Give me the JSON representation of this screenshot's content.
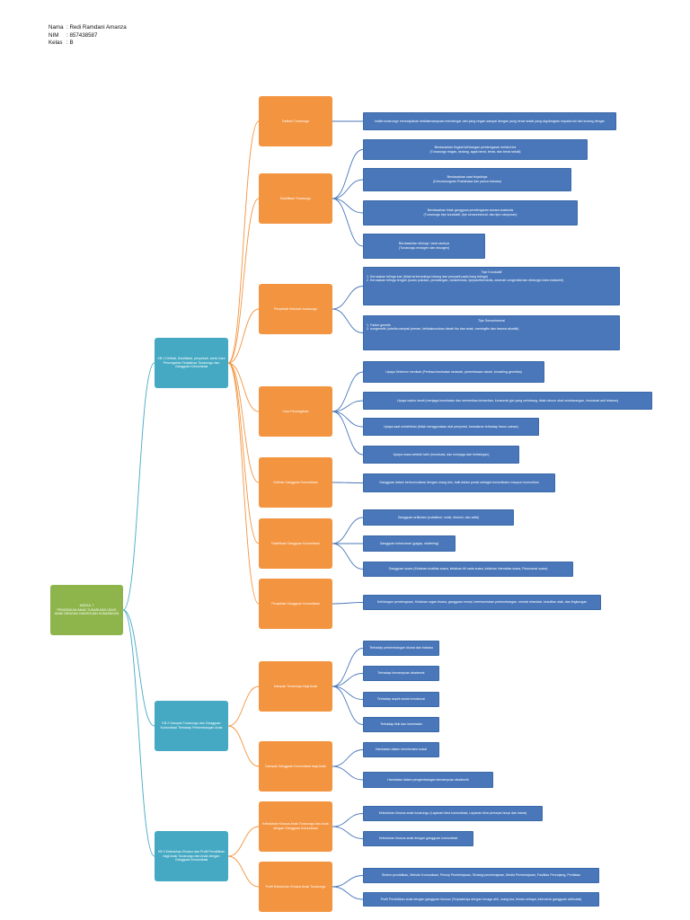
{
  "header": {
    "name_label": "Nama",
    "name_value": ": Redi Ramdani Amanza",
    "nim_label": "NIM",
    "nim_value": ": 857438587",
    "kelas_label": "Kelas",
    "kelas_value": ": B"
  },
  "root": {
    "title": "MODUL 7",
    "subtitle": "PENDIDIKAN ANAK TUNARUNGU BAGI ANAK DENGAN GANGGUAN KOMUNIKASI"
  },
  "kb": [
    "KB 1 Definisi, Klasifikasi, penyebab, serta Cara Pencegahan Terjadinya Tunarungu dan Gangguan Komunikasi",
    "KB 2 Dampak Tunarungu dan Gangguan Komunikasi Terhadap Perkembangan Anak",
    "KB 3 Kebutuhan Khusus dan Profil Pendidikan bagi Anak Tunarungu dan Anak dengan Gangguan Komunikasi"
  ],
  "topics": [
    "Definisi Tunarungu",
    "Klasifikasi Tunarungu",
    "Penyebab Ketulian/ tunarungu",
    "Cara Pencegahan",
    "Definisi Gangguan Komunikasi",
    "Klasifikasi Gangguan Komunikasi",
    "Penyebab Gangguan Komunikasi",
    "Dampak Tunarungu bagi Anak",
    "Dampak Gangguan Komunikasi bagi Anak",
    "Kebutuhan Khusus Anak Tunarungu dan Anak dengan Gangguan Komunikasi",
    "Profil Kebutuhan Khusus Anak Tunarungu"
  ],
  "details": {
    "d0": "Istilah tunarungu menunjukkan ketidakmampuan mendengar dari yang ringan sampai dengan yang berat sekali yang digolongkan kepada tuli dan kurang dengar",
    "d1": {
      "a": "Berdasarkan tingkat kehilangan pendengaran melalui tes",
      "b": "(Tunarungu ringan, sedang, agak berat, berat, dan berat sekali)"
    },
    "d2": {
      "a": "Berdasarkan saat terjadinya",
      "b": "(Ketunarunguan Prabahasa dan pasca bahasa)"
    },
    "d3": {
      "a": "Berdasarkan letak gangguan pendengaran secara anatomis",
      "b": "(Tunarungu tipe konduktif, tipe sensorineural, dan tipe campuran)"
    },
    "d4": {
      "a": "Berdasarkan etiologi / asal-usulnya",
      "b": "(Tunarungu endogen dan eksogen)"
    },
    "d5": {
      "title": "Tipe Konduktif",
      "l1": "1. Kerusakan telinga luar (tidak terbentuknya lubang dan penyakit pada liang telinga)",
      "l2": "2. Kerusakan telinga tengah (suatu pukulan, peradangan, otosklerosis, tympanitis/media, anomali congenital dan disfungsi tuba eustachii)"
    },
    "d6": {
      "title": "Tipe Sensorineural",
      "l1": "1. Faktor genetik",
      "l2": "2. nongenetik (rubella campak jerman, ketidakcocokan darah ibu dan anak, meningitis dan trauma akustik)"
    },
    "d7": "Upaya Sebelum menikah (Periksa kesehatan sedarah, pemeriksaan darah, konseling genetika)",
    "d8": "Upaya waktu hamil (menjaga kesehatan dan memeriksa kehamilan, konsumsi gizi yang seimbang, tidak minum obat sembarangan, imunisasi anti tetanus)",
    "d9": "Upaya saat melahirkan (tidak menggunakan alat penyedot, kesadaran terhadap harus caesar)",
    "d10": "Upaya masa setelah lahir (imunisasi, dan menjaga dari kebisingan)",
    "d11": "Gangguan dalam berkomunikasi dengan orang lain, baik dalam posisi sebagai komunikator maupun komunikan",
    "d12": "Gangguan artikulasi (substitusi, omisi, distorsi, dan adisi)",
    "d13": "Gangguan kelancaran (gagap, stuttering)",
    "d14": "Gangguan suara (Kelainan kualitas suara, kelainan titi nada suara, kelainan intensitas suara, Resonansi suara)",
    "d15": "Kehilangan pendengaran, Kelainan organ bicara, gangguan emosi, keterlambatan perkembangan, mental retardasi, kesulitan otak, dan lingkungan",
    "d16": "Terhadap perkembangan bicara dan bahasa",
    "d17": "Terhadap kemampuan akademis",
    "d18": "Terhadap aspek sosial emosional",
    "d19": "Terhadap fisik dan kesehatan",
    "d20": "Hambatan dalam berinteraksi sosial",
    "d21": "Hambatan dalam pengembangan kemampuan akademik",
    "d22": "Kebutuhan khusus anak tunarungu (Layanan bina komunikasi, Layanan bina persepsi bunyi dan irama)",
    "d23": "Kebutuhan khusus anak dengan gangguan komunikasi",
    "d24": "Sistem pendidikan, Metode Komunikasi, Prinsip Pembelajaran, Strategi pembelajaran, Media Pembelajaran, Fasilitas Penunjang, Penilaian",
    "d25": "Profil Pendidikan anak dengan gangguan khusus (Terpisahnya dengan tenaga ahli, orang tua, teman sebaya, intervensi gangguan artikulasi)"
  },
  "colors": {
    "root": "#8db54b",
    "kb": "#45a9c3",
    "topic": "#f39440",
    "detail": "#4977ba",
    "link_root": "#45a9c3",
    "link_kb": "#f39440",
    "link_topic": "#4977ba"
  }
}
